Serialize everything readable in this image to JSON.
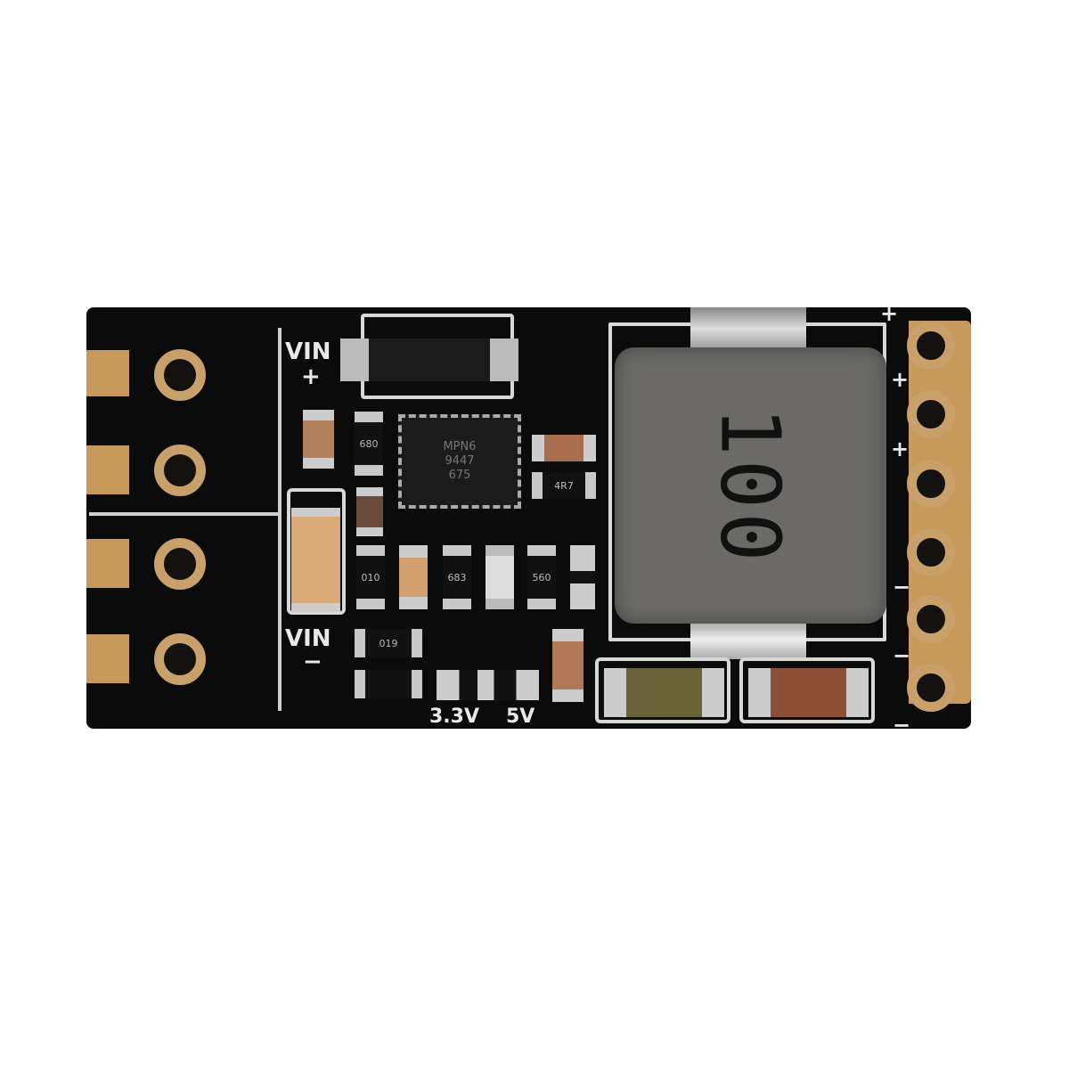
{
  "silkscreen": {
    "vin_pos_label": "VIN",
    "vin_pos_sign": "+",
    "vin_neg_label": "VIN",
    "vin_neg_sign": "−",
    "v33_label": "3.3V",
    "v5_label": "5V",
    "right_signs": [
      "+",
      "+",
      "+",
      "−",
      "−",
      "−"
    ]
  },
  "ic": {
    "line1": "MPN6",
    "line2": "9447",
    "line3": "675"
  },
  "inductor": {
    "marking": "100"
  },
  "resistors": [
    "680",
    "4R7",
    "010",
    "683",
    "560",
    "019"
  ],
  "colors": {
    "board": "#0b0b0b",
    "gold": "#c79a5b",
    "inductor": "#6b6a66",
    "silk": "#e8e8e8"
  }
}
